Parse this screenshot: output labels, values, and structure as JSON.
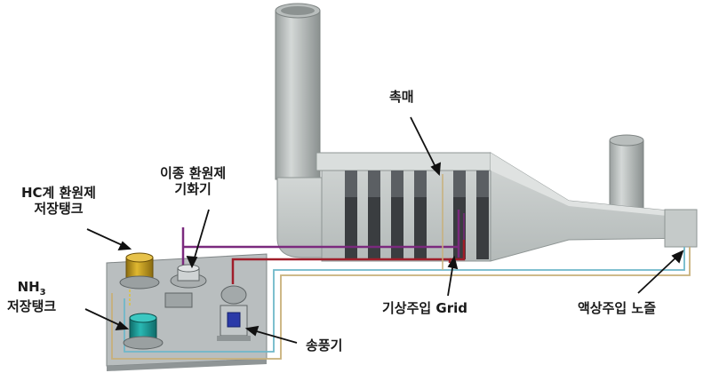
{
  "labels": {
    "catalyst": "촉매",
    "vaporizer_line1": "이종 환원제",
    "vaporizer_line2": "기화기",
    "hc_tank_line1": "HC계 환원제",
    "hc_tank_line2": "저장탱크",
    "nh3_tank_line1": "NH3",
    "nh3_tank_line2": "저장탱크",
    "gas_grid": "기상주입 Grid",
    "liquid_nozzle": "액상주입 노즐",
    "blower": "송풍기"
  },
  "colors": {
    "duct": "#c8cdcb",
    "duct_outline": "#8e9594",
    "catalyst_block": "#3a3d40",
    "hc_tank": "#c9a227",
    "nh3_tank": "#1f9d9a",
    "pipe_purple": "#7b2a7e",
    "pipe_red": "#a01e2a",
    "pipe_tan": "#c8b07a",
    "pipe_cyan": "#6fb8c9",
    "platform": "#b9bebf",
    "blower_core": "#2a3aa8"
  }
}
